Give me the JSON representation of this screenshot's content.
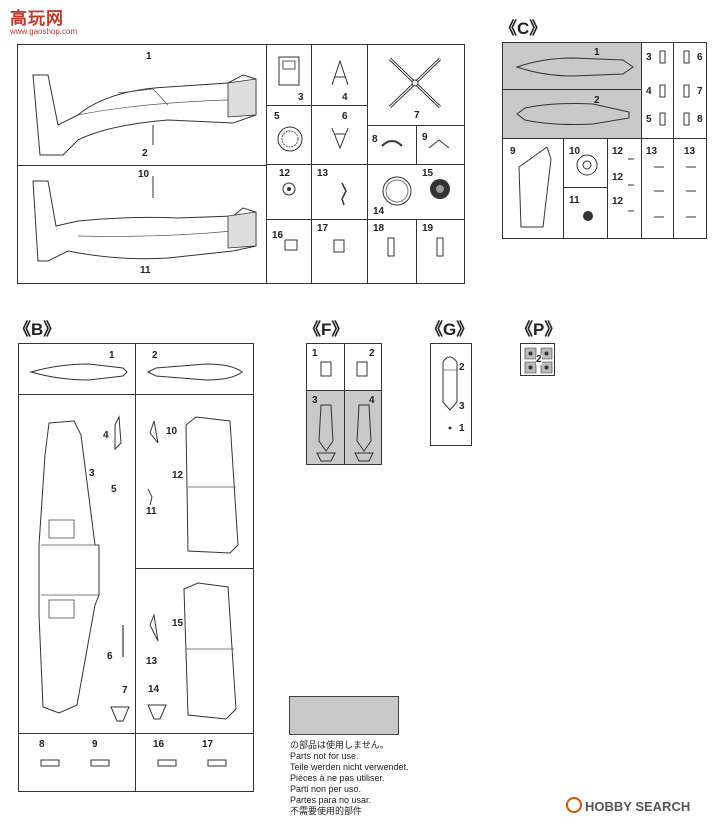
{
  "watermark_top": {
    "chars": "高玩网",
    "url": "www.gaoshop.com"
  },
  "watermark_bottom": {
    "brand": "HOBBY SEARCH"
  },
  "sprue_labels": {
    "c": "《C》",
    "b": "《B》",
    "f": "《F》",
    "g": "《G》",
    "p": "《P》"
  },
  "sprue_a": [
    "1",
    "2",
    "3",
    "4",
    "5",
    "6",
    "7",
    "8",
    "9",
    "10",
    "11",
    "12",
    "13",
    "14",
    "15",
    "16",
    "17",
    "18",
    "19"
  ],
  "sprue_c": [
    "1",
    "2",
    "3",
    "4",
    "5",
    "6",
    "7",
    "8",
    "9",
    "10",
    "11",
    "12",
    "12",
    "12",
    "13",
    "13"
  ],
  "sprue_b": [
    "1",
    "2",
    "3",
    "4",
    "5",
    "6",
    "7",
    "8",
    "9",
    "10",
    "11",
    "12",
    "13",
    "14",
    "15",
    "16",
    "17"
  ],
  "sprue_f": [
    "1",
    "2",
    "3",
    "4"
  ],
  "sprue_g": [
    "1",
    "2",
    "3"
  ],
  "sprue_p": [
    "2"
  ],
  "legend": {
    "lines": [
      "の部品は使用しません。",
      "Parts not for use.",
      "Teile werden nicht verwendet.",
      "Pièces à ne pas utiliser.",
      "Parti non per uso.",
      "Partes para no usar.",
      "不需要使用的部件"
    ],
    "swatch_color": "#c9c9c9"
  }
}
